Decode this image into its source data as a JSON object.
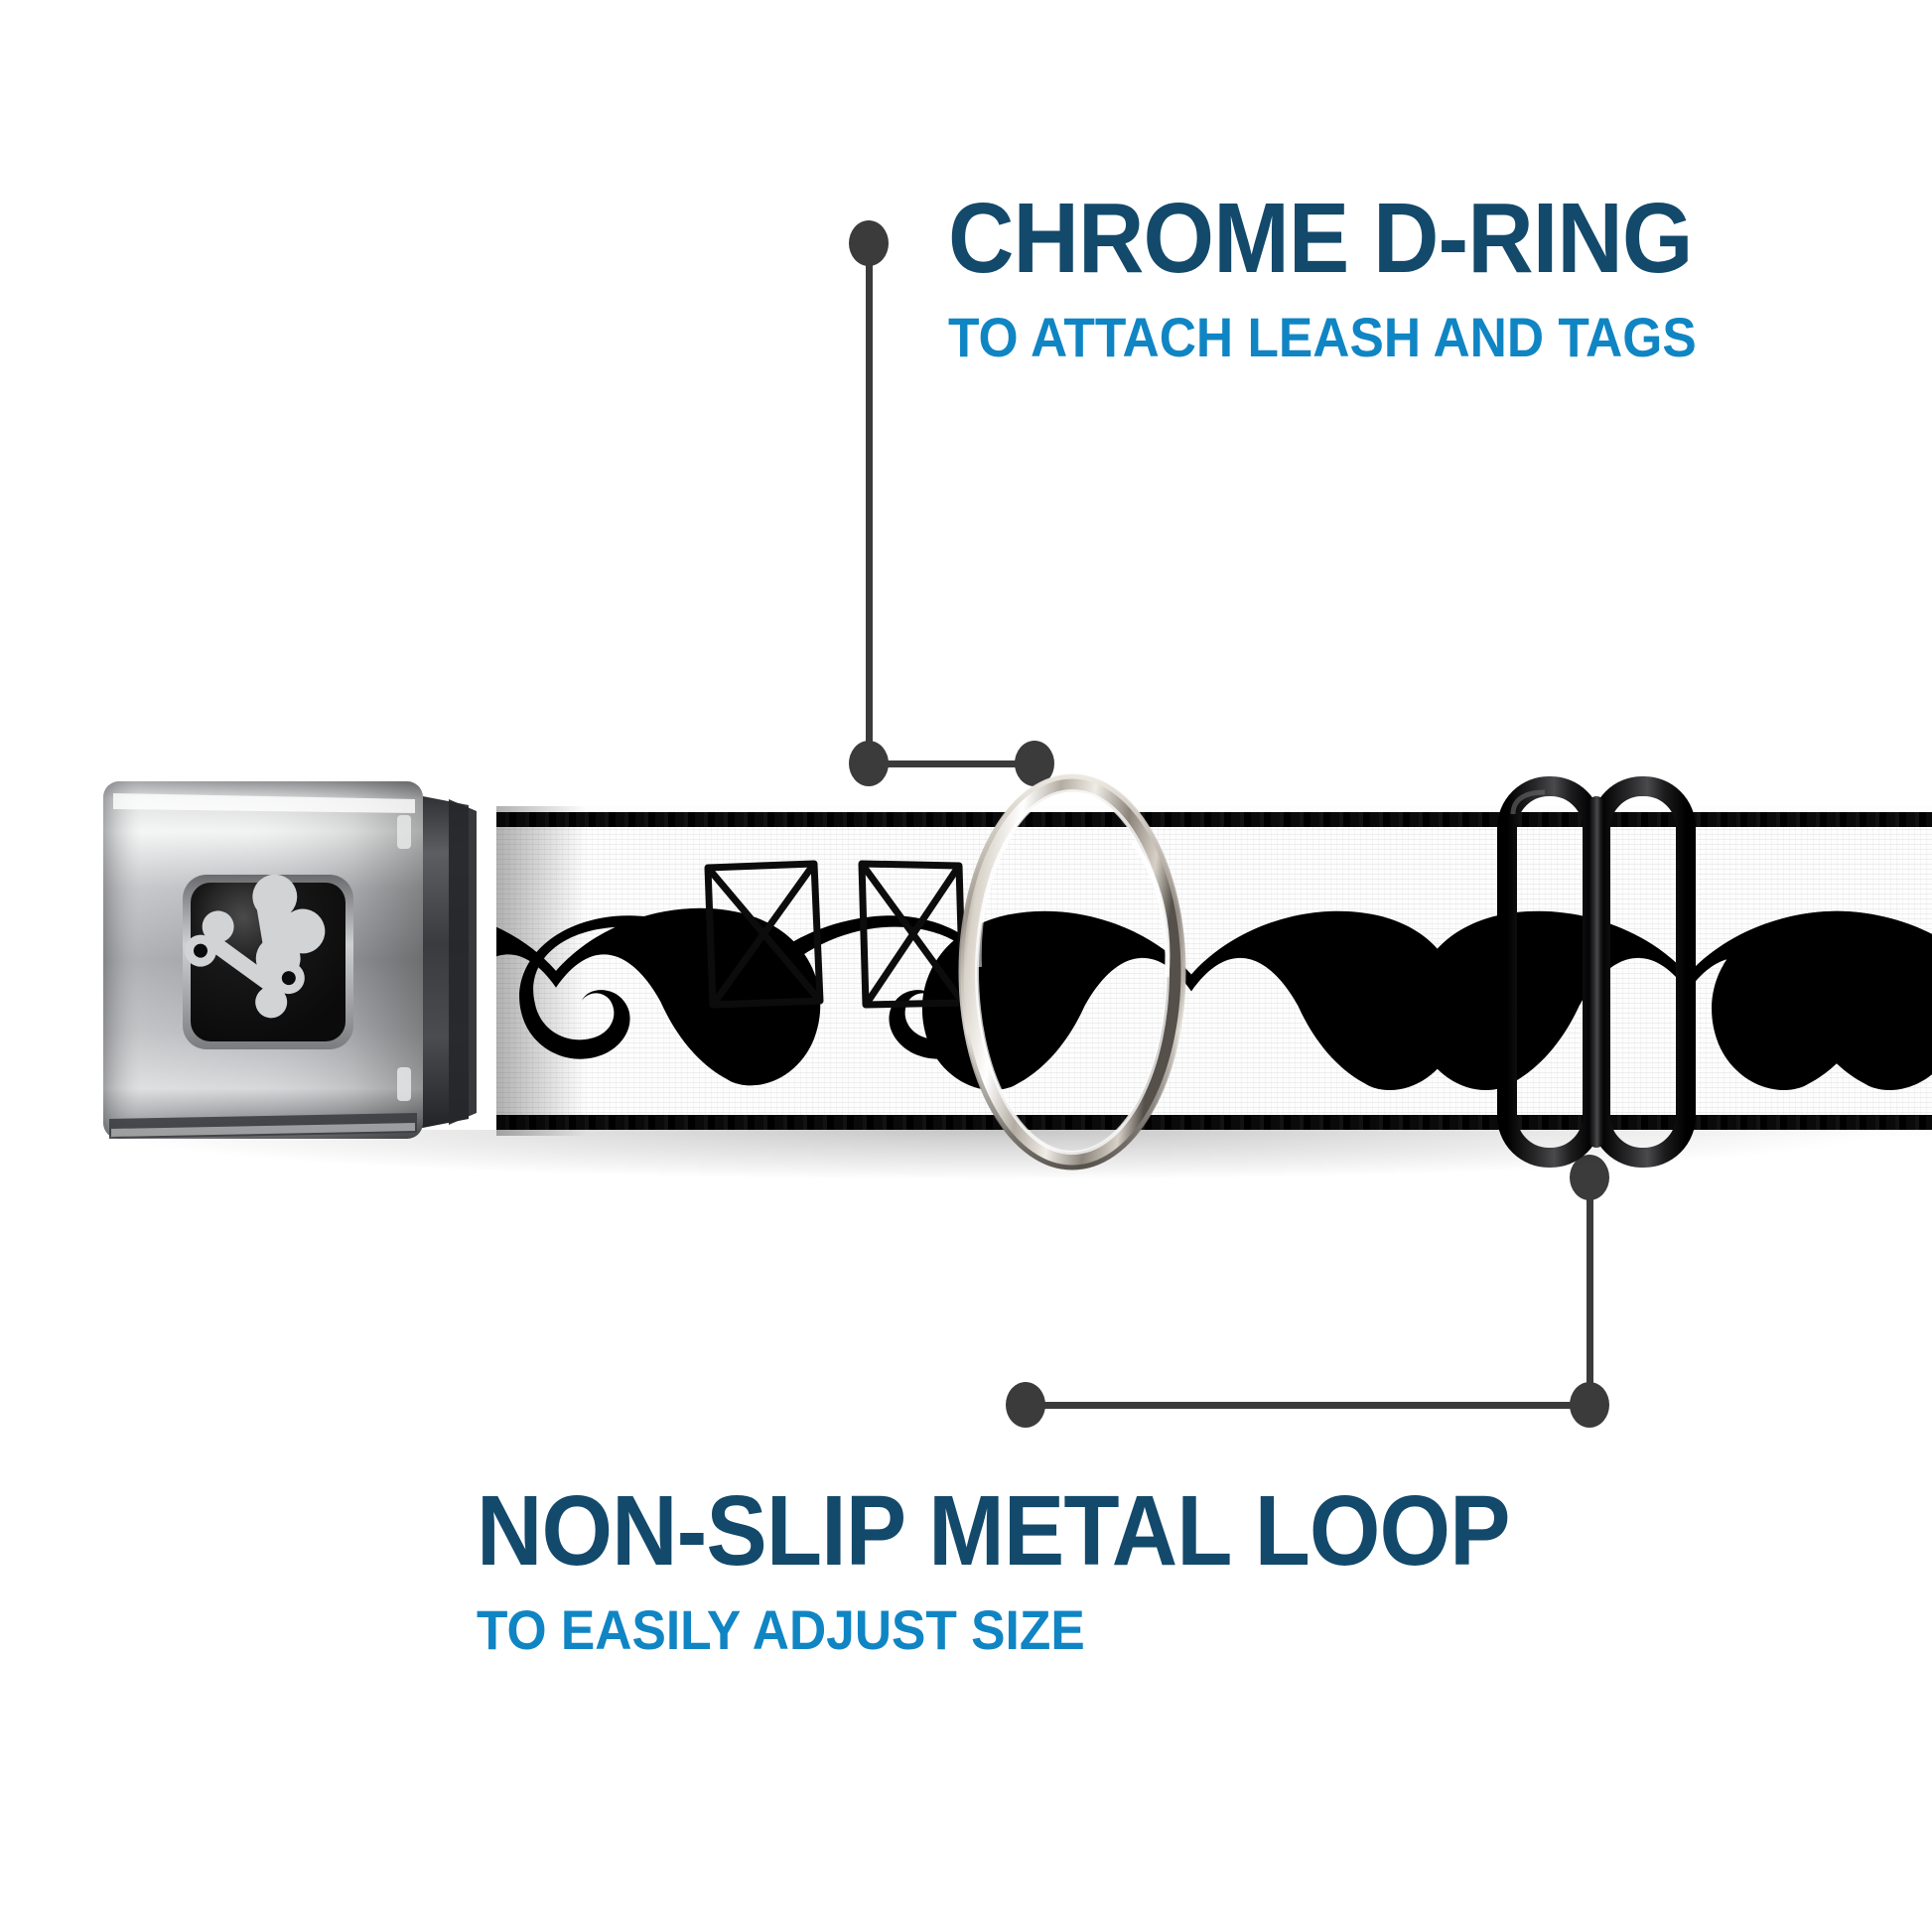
{
  "page": {
    "background_color": "#ffffff",
    "product": "dog collar with seatbelt buckle"
  },
  "theme": {
    "title_color": "#13496b",
    "subtitle_color": "#1085c4",
    "leader_color": "#3b3b3b",
    "webbing_color": "#fdfdfd",
    "pattern_color": "#000000",
    "chrome_color": "#c9c9c9",
    "loop_color": "#111111"
  },
  "callouts": [
    {
      "id": "chrome-d-ring",
      "title": "CHROME D-RING",
      "subtitle": "TO ATTACH LEASH AND TAGS",
      "points_to": "d-ring",
      "position": "top-right"
    },
    {
      "id": "non-slip-metal-loop",
      "title": "NON-SLIP METAL LOOP",
      "subtitle": "TO EASILY ADJUST SIZE",
      "points_to": "metal-adjuster-loop",
      "position": "bottom-left"
    }
  ],
  "product_parts": {
    "buckle": {
      "name": "seatbelt-style chrome buckle",
      "center_plate_color": "#0b0b0b",
      "logo": "dog-bone"
    },
    "d_ring": {
      "name": "chrome D-ring",
      "finish": "polished chrome"
    },
    "metal_loop": {
      "name": "non-slip metal adjuster loop",
      "finish": "black coated metal"
    },
    "webbing": {
      "name": "printed nylon webbing",
      "pattern": "black handlebar mustaches on white",
      "edge_stitching": "black"
    }
  }
}
